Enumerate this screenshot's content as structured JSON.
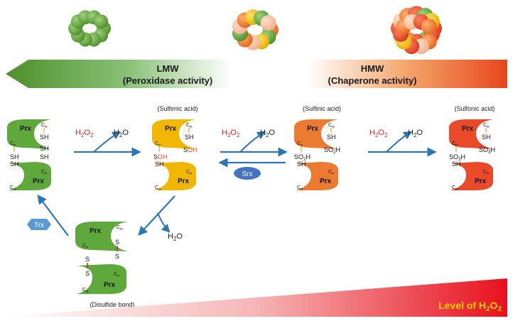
{
  "banner": {
    "left_line1": "LMW",
    "left_line2": "(Peroxidase activity)",
    "right_line1": "HMW",
    "right_line2": "(Chaperone activity)"
  },
  "labels": {
    "sulfenic": "(Sulfenic acid)",
    "sulfinic": "(Sulfinic acid)",
    "sulfonic": "(Sulfonic acid)",
    "disulfide": "(Disulfide bond)"
  },
  "enzymes": {
    "prx": "Prx",
    "srx": "Srx",
    "trx": "Trx"
  },
  "chem": {
    "h2o2_main": "H",
    "h2o2_sub1": "2",
    "h2o2_mid": "O",
    "h2o2_sub2": "2",
    "h2o": "H",
    "h2o_sub": "2",
    "h2o_tail": "O",
    "cp": "C",
    "cp_sub": "P",
    "cr": "C",
    "cr_sub": "R",
    "sh": "SH",
    "soh_s": "S",
    "soh_oh": "OH",
    "so2h": "SO",
    "so2h_sub": "2",
    "so2h_h": "H",
    "so3h": "SO",
    "so3h_sub": "3",
    "so3h_h": "H",
    "s": "S"
  },
  "level": {
    "prefix": "Level of H",
    "sub1": "2",
    "mid": "O",
    "sub2": "2"
  },
  "colors": {
    "green": "#5fa83c",
    "yellow": "#f2b705",
    "orange": "#ec7a30",
    "red": "#e84a2a",
    "arrow": "#2e75b6",
    "srx": "#4472c4",
    "trx": "#5b9bd5",
    "h2o2_text": "#e0202a",
    "level_text": "#ffd000"
  }
}
